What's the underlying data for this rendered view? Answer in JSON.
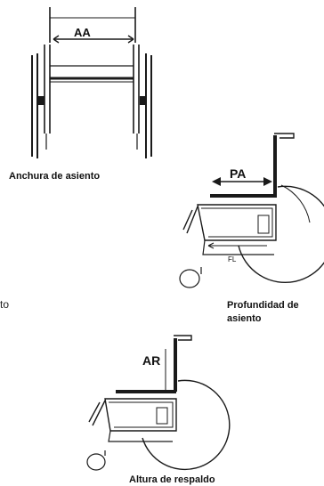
{
  "top_diagram": {
    "dimension_label": "AA",
    "caption": "Anchura de asiento"
  },
  "middle_diagram": {
    "dimension_label": "PA",
    "secondary_label": "FL",
    "caption_line1": "Profundidad de",
    "caption_line2": "asiento"
  },
  "bottom_diagram": {
    "dimension_label": "AR",
    "caption": "Altura de respaldo"
  },
  "stray_text": "to"
}
